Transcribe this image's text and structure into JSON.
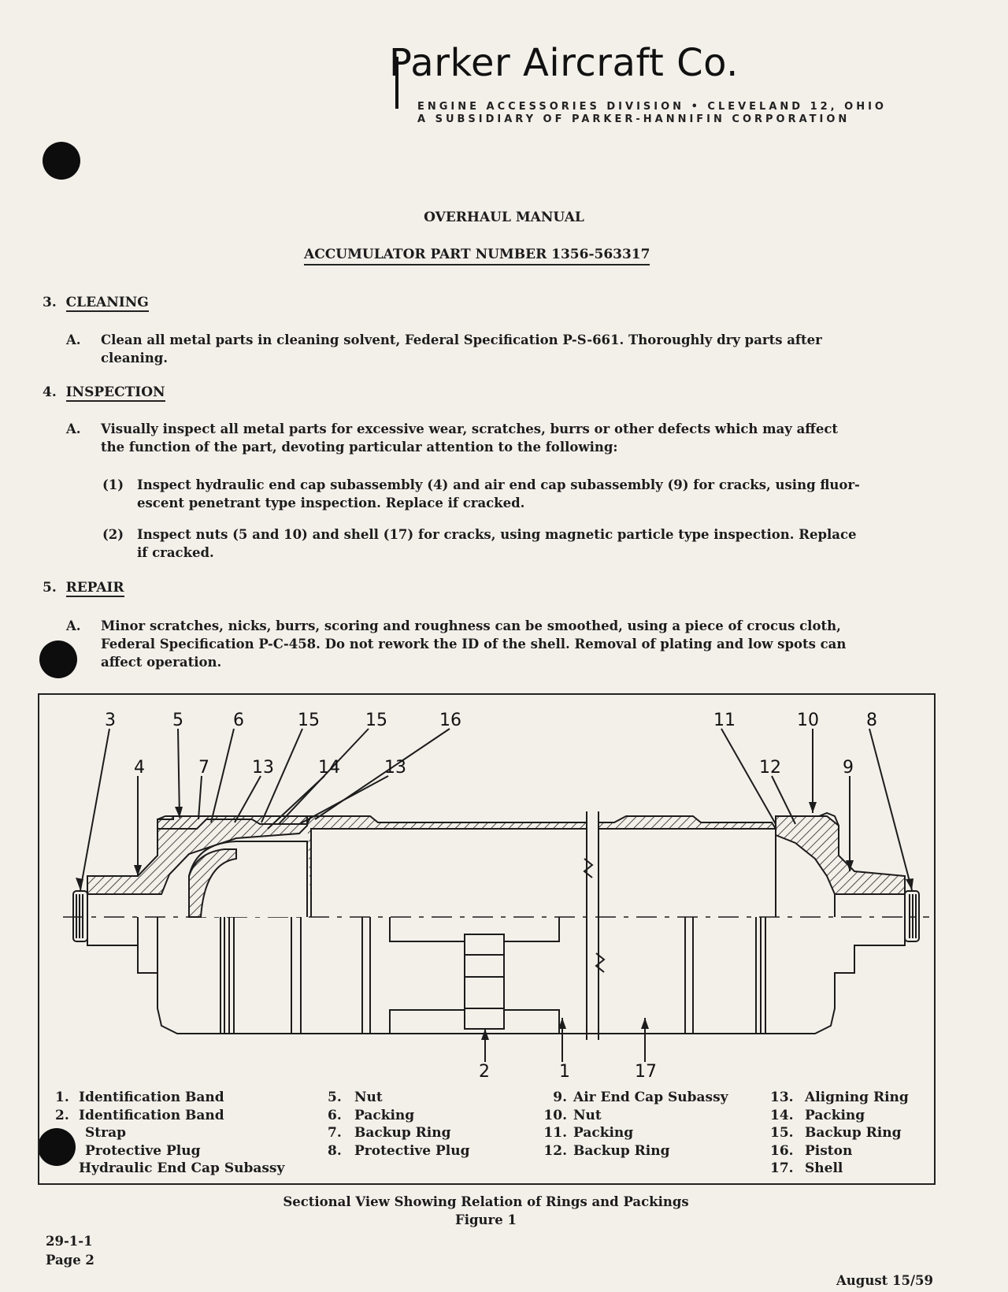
{
  "header": {
    "company": "Parker Aircraft Co.",
    "division_line": "ENGINE ACCESSORIES DIVISION • CLEVELAND 12, OHIO",
    "subsidiary_line": "A SUBSIDIARY OF PARKER-HANNIFIN CORPORATION"
  },
  "titles": {
    "manual": "OVERHAUL MANUAL",
    "part": "ACCUMULATOR PART NUMBER 1356-563317"
  },
  "sections": [
    {
      "number": "3.",
      "heading": "CLEANING",
      "items": [
        {
          "label": "A.",
          "lines": [
            "Clean all metal parts in cleaning solvent, Federal Specification P-S-661. Thoroughly dry parts after",
            "cleaning."
          ]
        }
      ]
    },
    {
      "number": "4.",
      "heading": "INSPECTION",
      "items": [
        {
          "label": "A.",
          "lines": [
            "Visually inspect all metal parts for excessive wear, scratches, burrs or other defects which may affect",
            "the function of the part, devoting particular attention to the following:"
          ]
        },
        {
          "label": "(1)",
          "lines": [
            "Inspect hydraulic end cap subassembly (4) and air end cap subassembly (9) for cracks, using fluor-",
            "escent penetrant type inspection. Replace if cracked."
          ]
        },
        {
          "label": "(2)",
          "lines": [
            "Inspect nuts (5 and 10) and shell (17) for cracks, using magnetic particle type inspection. Replace",
            "if cracked."
          ]
        }
      ]
    },
    {
      "number": "5.",
      "heading": "REPAIR",
      "items": [
        {
          "label": "A.",
          "lines": [
            "Minor scratches, nicks, burrs, scoring and roughness can be smoothed, using a piece of crocus cloth,",
            "Federal Specification P-C-458. Do not rework the ID of the shell. Removal of plating and low spots can",
            "affect operation."
          ]
        }
      ]
    }
  ],
  "figure": {
    "callouts_top": [
      "3",
      "5",
      "6",
      "15",
      "15",
      "16",
      "11",
      "10",
      "8"
    ],
    "callouts_mid": [
      "4",
      "7",
      "13",
      "14",
      "13",
      "12",
      "9"
    ],
    "callouts_bottom": [
      "2",
      "1",
      "17"
    ],
    "legend_columns": [
      [
        {
          "num": "1.",
          "text": "Identification Band"
        },
        {
          "num": "2.",
          "text": "Identification Band"
        },
        {
          "num": "",
          "text": "Strap"
        },
        {
          "num": "",
          "text": "Protective Plug"
        },
        {
          "num": "",
          "text": "Hydraulic End Cap Subassy"
        }
      ],
      [
        {
          "num": "5.",
          "text": "Nut"
        },
        {
          "num": "6.",
          "text": "Packing"
        },
        {
          "num": "7.",
          "text": "Backup Ring"
        },
        {
          "num": "8.",
          "text": "Protective Plug"
        }
      ],
      [
        {
          "num": "9.",
          "text": "Air End Cap Subassy"
        },
        {
          "num": "10.",
          "text": "Nut"
        },
        {
          "num": "11.",
          "text": "Packing"
        },
        {
          "num": "12.",
          "text": "Backup Ring"
        }
      ],
      [
        {
          "num": "13.",
          "text": "Aligning Ring"
        },
        {
          "num": "14.",
          "text": "Packing"
        },
        {
          "num": "15.",
          "text": "Backup Ring"
        },
        {
          "num": "16.",
          "text": "Piston"
        },
        {
          "num": "17.",
          "text": "Shell"
        }
      ]
    ],
    "caption": "Sectional View Showing Relation of Rings and Packings",
    "label": "Figure 1"
  },
  "footer": {
    "doc_number": "29-1-1",
    "page": "Page 2",
    "date": "August 15/59"
  },
  "colors": {
    "paper": "#f3f0ea",
    "ink": "#1c1c1c"
  }
}
